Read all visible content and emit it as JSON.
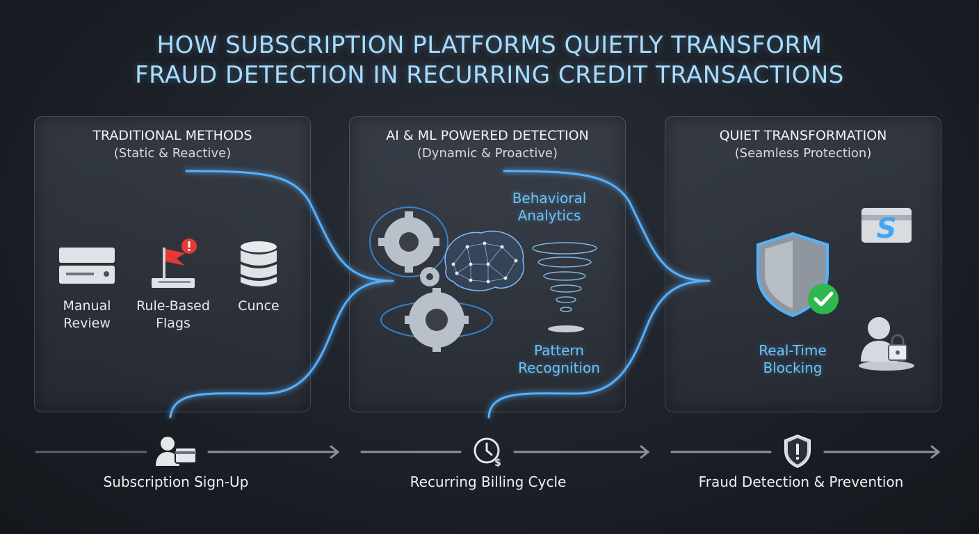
{
  "title": {
    "line1": "HOW SUBSCRIPTION PLATFORMS QUIETLY TRANSFORM",
    "line2": "FRAUD DETECTION IN RECURRING CREDIT TRANSACTIONS"
  },
  "panels": [
    {
      "title": "TRADITIONAL METHODS",
      "subtitle": "(Static & Reactive)",
      "items": [
        {
          "icon": "server-icon",
          "line1": "Manual",
          "line2": "Review"
        },
        {
          "icon": "flag-alert-icon",
          "line1": "Rule-Based",
          "line2": "Flags"
        },
        {
          "icon": "database-icon",
          "line1": "Cunce",
          "line2": ""
        }
      ]
    },
    {
      "title": "AI & ML POWERED DETECTION",
      "subtitle": "(Dynamic & Proactive)",
      "labels": [
        {
          "line1": "Behavioral",
          "line2": "Analytics"
        },
        {
          "line1": "Pattern",
          "line2": "Recognition"
        }
      ],
      "icons": [
        "gears-icon",
        "neural-brain-icon",
        "pattern-vortex-icon"
      ]
    },
    {
      "title": "QUIET TRANSFORMATION",
      "subtitle": "(Seamless Protection)",
      "label": {
        "line1": "Real-Time",
        "line2": "Blocking"
      },
      "icons": [
        "shield-check-icon",
        "payment-card-icon",
        "user-lock-icon"
      ]
    }
  ],
  "flow": [
    {
      "icon": "user-card-icon",
      "label": "Subscription Sign-Up"
    },
    {
      "icon": "clock-dollar-icon",
      "label": "Recurring Billing Cycle"
    },
    {
      "icon": "shield-alert-icon",
      "label": "Fraud Detection & Prevention"
    }
  ],
  "colors": {
    "title": "#a9dcff",
    "accent_blue": "#6cc3f5",
    "glow_line": "#4fa8ff",
    "flag_red": "#e53935",
    "check_green": "#2fb84f",
    "background": "#1c2027"
  }
}
